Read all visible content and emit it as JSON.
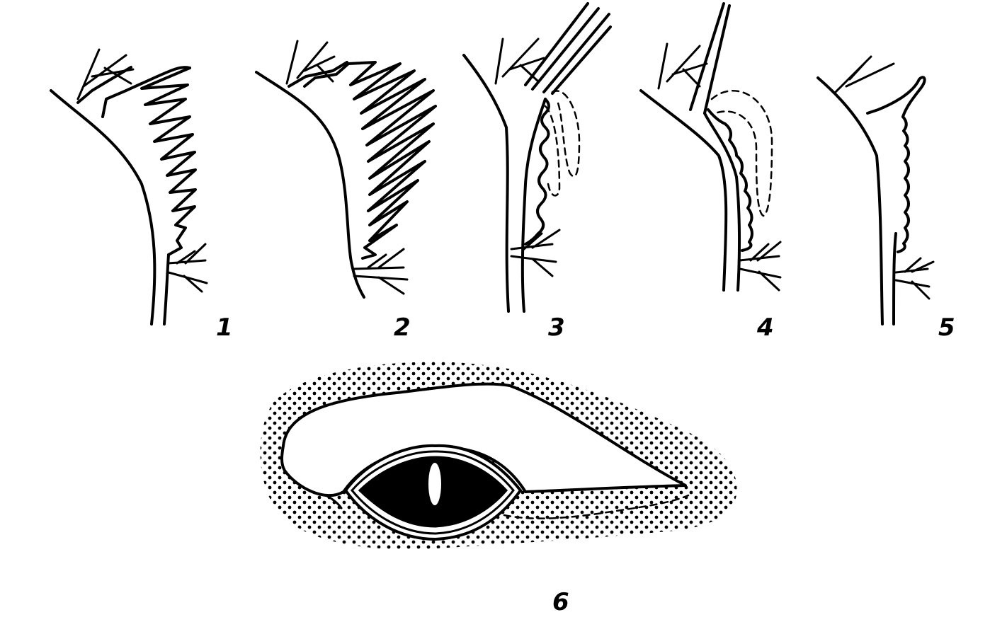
{
  "figure": {
    "panel_labels": [
      "1",
      "2",
      "3",
      "4",
      "5",
      "6"
    ],
    "colors": {
      "ink": "#000000",
      "paper": "#ffffff"
    }
  }
}
